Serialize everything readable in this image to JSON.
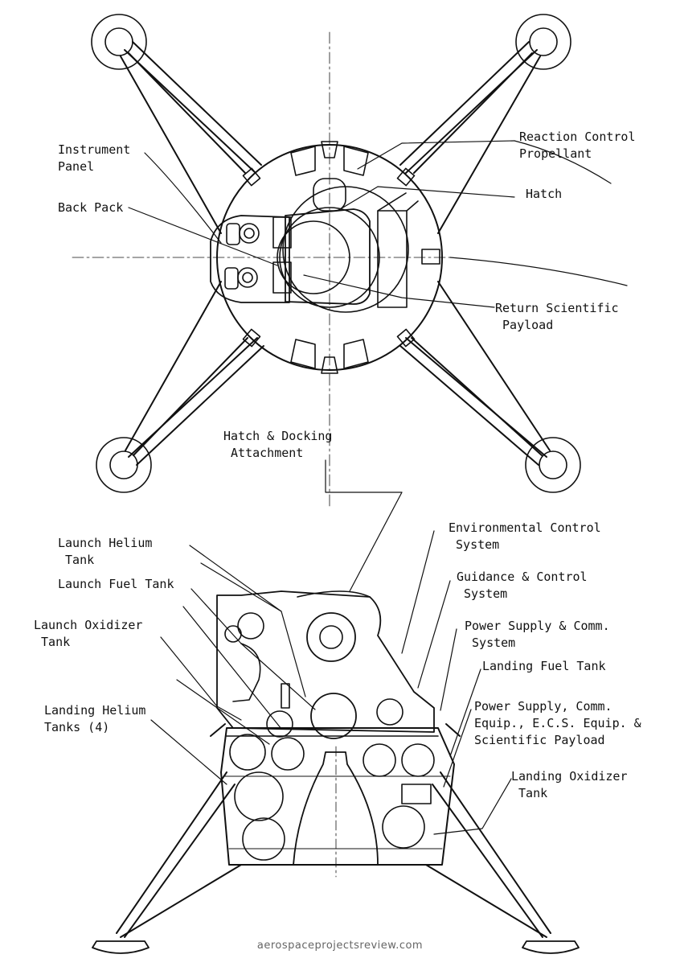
{
  "labels": {
    "instrument_panel": "Instrument\nPanel",
    "back_pack": "Back Pack",
    "reaction_control": "Reaction Control\nPropellant",
    "hatch": "Hatch",
    "return_payload": "Return Scientific\n Payload",
    "hatch_docking": "Hatch & Docking\n Attachment",
    "launch_helium": "Launch Helium\n Tank",
    "launch_fuel": "Launch Fuel Tank",
    "launch_oxidizer": "Launch Oxidizer\n Tank",
    "landing_helium": "Landing Helium\nTanks (4)",
    "env_control": "Environmental Control\n System",
    "guidance": "Guidance & Control\n System",
    "power_comm": "Power Supply & Comm.\n System",
    "landing_fuel": "Landing Fuel Tank",
    "power_equip": "Power Supply, Comm.\nEquip., E.C.S. Equip. &\nScientific Payload",
    "landing_oxidizer": "Landing Oxidizer\n Tank"
  },
  "credit": "aerospaceprojectsreview.com",
  "colors": {
    "ink": "#111111",
    "credit": "#666666"
  }
}
